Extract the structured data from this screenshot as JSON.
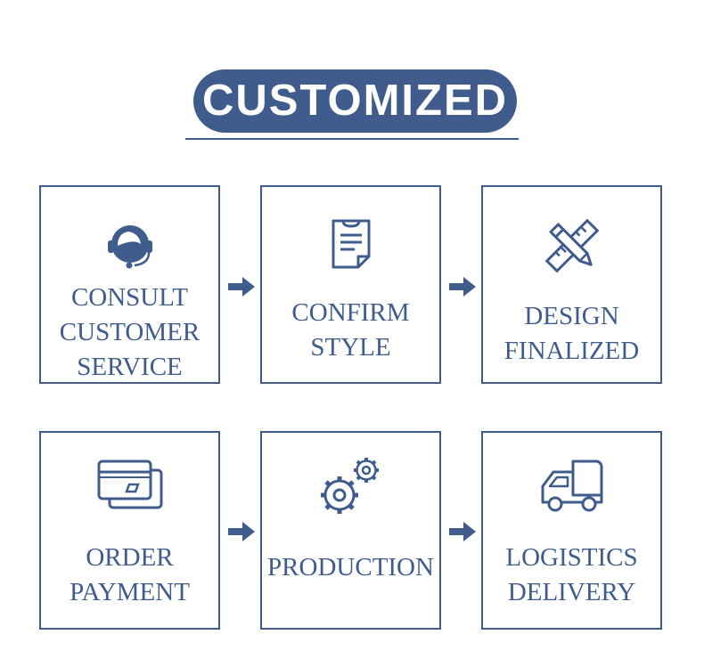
{
  "title": "CUSTOMIZED",
  "steps": [
    {
      "label": "CONSULT\nCUSTOMER\nSERVICE",
      "icon": "headset-icon"
    },
    {
      "label": "CONFIRM\nSTYLE",
      "icon": "clipboard-icon"
    },
    {
      "label": "DESIGN\nFINALIZED",
      "icon": "pencil-ruler-icon"
    },
    {
      "label": "ORDER\nPAYMENT",
      "icon": "card-icon"
    },
    {
      "label": "PRODUCTION",
      "icon": "gears-icon"
    },
    {
      "label": "LOGISTICS\nDELIVERY",
      "icon": "truck-icon"
    }
  ],
  "colors": {
    "accent": "#3f5c8d",
    "background": "#ffffff"
  }
}
